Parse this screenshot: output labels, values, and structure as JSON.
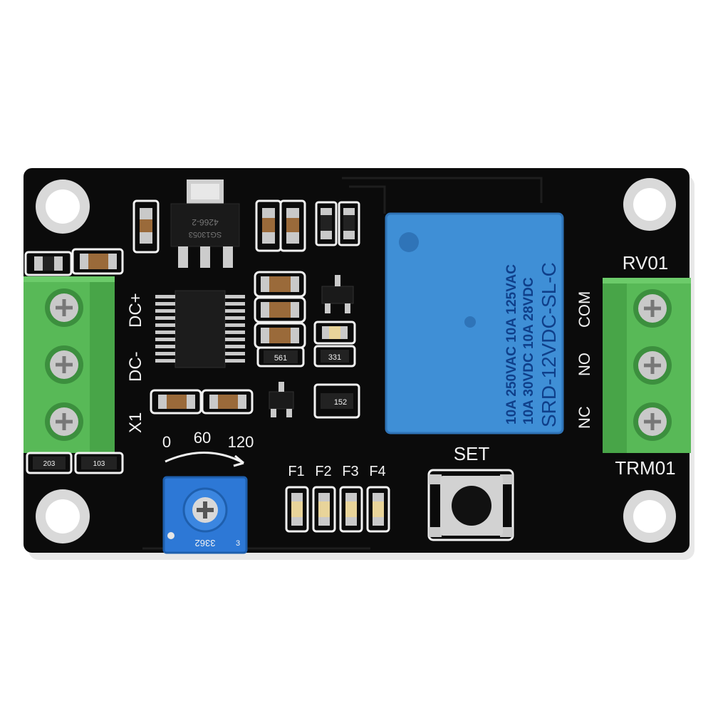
{
  "colors": {
    "pcb": "#0b0b0b",
    "silkscreen": "#f2f2f2",
    "relay": "#3f8fd6",
    "terminal": "#58b957",
    "pot": "#2d78d6",
    "button_cap": "#111111"
  },
  "board": {
    "input_labels": {
      "dc_plus": "DC+",
      "dc_minus": "DC-",
      "x1": "X1"
    },
    "output_labels": {
      "rv01": "RV01",
      "com": "COM",
      "no": "NO",
      "nc": "NC",
      "trm01": "TRM01"
    },
    "dial": {
      "l0": "0",
      "l60": "60",
      "l120": "120"
    },
    "set_label": "SET",
    "leds": {
      "f1": "F1",
      "f2": "F2",
      "f3": "F3",
      "f4": "F4"
    },
    "relay": {
      "line1": "10A 250VAC 10A 125VAC",
      "line2": "10A 30VDC 10A 28VDC",
      "line3": "SRD-12VDC-SL-C"
    },
    "regulator_mark": "4266-2",
    "regulator_mark2": "SG13053",
    "pot_mark": "3362",
    "pot_mark2": "3",
    "resistor_marks": {
      "r561": "561",
      "r331": "331",
      "r152": "152",
      "r203": "203",
      "r103": "103"
    }
  }
}
